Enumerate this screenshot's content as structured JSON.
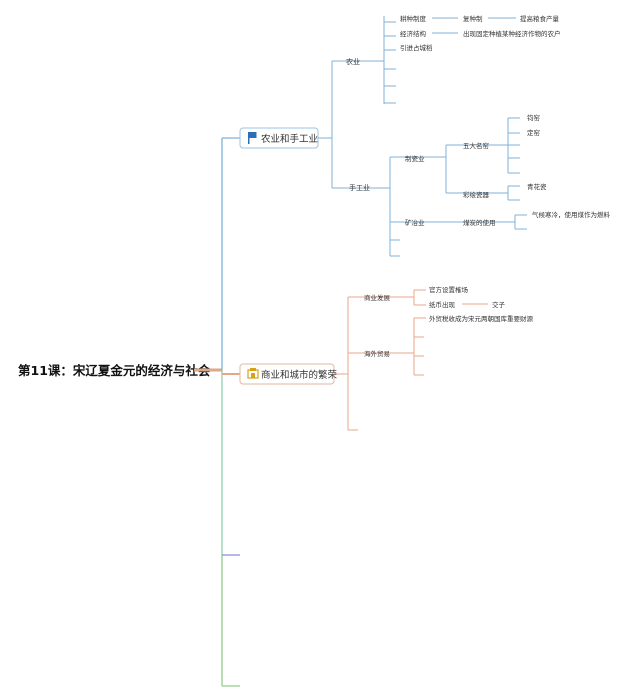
{
  "root": {
    "title": "第11课：宋辽夏金元的经济与社会"
  },
  "branches": {
    "agri_craft": {
      "label": "农业和手工业",
      "icon": "flag-icon",
      "color": "#7fb2d9",
      "agriculture": {
        "label": "农业",
        "items": {
          "farming": {
            "label": "耕种制度",
            "sub": "复种制",
            "subsub": "提高粮食产量"
          },
          "economy": {
            "label": "经济结构",
            "sub": "出现固定种植某种经济作物的农户"
          },
          "rice": {
            "label": "引进占城稻"
          }
        }
      },
      "handicraft": {
        "label": "手工业",
        "porcelain": {
          "label": "制瓷业",
          "kilns": {
            "label": "五大名窑",
            "items": [
              "钧窑",
              "定窑"
            ]
          },
          "painted": {
            "label": "彩绘瓷器",
            "items": [
              "青花瓷"
            ]
          }
        },
        "mining": {
          "label": "矿冶业",
          "coal": {
            "label": "煤炭的使用",
            "note": "气候寒冷，使用煤作为燃料"
          }
        }
      }
    },
    "commerce": {
      "label": "商业和城市的繁荣",
      "icon": "city-icon",
      "color": "#e8a58a",
      "business": {
        "label": "商业发展",
        "items": {
          "market": {
            "label": "官方设置榷场"
          },
          "paper_money": {
            "label": "纸币出现",
            "sub": "交子"
          }
        }
      },
      "foreign_trade": {
        "label": "海外贸易",
        "note": "外贸税收成为宋元两朝国库重要财源"
      }
    },
    "third": {
      "color": "#8e8ed6"
    },
    "fourth": {
      "color": "#8fcf8a"
    }
  },
  "colors": {
    "root_line": "#d9a98a",
    "trunk": "#7fb2d9"
  }
}
